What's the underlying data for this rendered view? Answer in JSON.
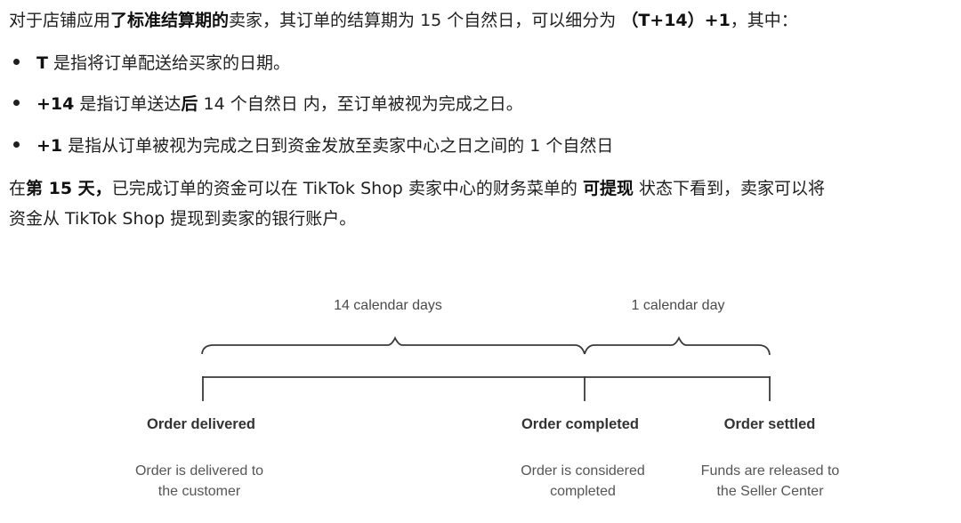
{
  "intro": {
    "prefix": "对于店铺应用",
    "bold": "了标准结算期的",
    "middle": "卖家，其订单的结算期为 15 个自然日，可以细分为 ",
    "formula": "（T+14）+1",
    "suffix": "，其中："
  },
  "bullets": [
    {
      "bold": "T",
      "text": " 是指将订单配送给买家的日期。"
    },
    {
      "bold": "+14",
      "text": "  是指订单送达",
      "bold2": "后",
      "text2": " 14 个自然日  内，至订单被视为完成之日。"
    },
    {
      "bold": "+1",
      "text": " 是指从订单被视为完成之日到资金发放至卖家中心之日之间的 1 个自然日"
    }
  ],
  "summary": {
    "prefix": "在",
    "bold": "第 15 天，",
    "middle": "已完成订单的资金可以在  TikTok Shop 卖家中心的财务菜单的 ",
    "bold2": "可提现",
    "suffix": " 状态下看到，卖家可以将",
    "line2": "资金从 TikTok Shop 提现到卖家的银行账户。"
  },
  "diagram": {
    "spans": [
      {
        "label": "14 calendar days"
      },
      {
        "label": "1 calendar day"
      }
    ],
    "milestones": [
      {
        "title": "Order delivered",
        "desc_line1": "Order is delivered to",
        "desc_line2": "the customer"
      },
      {
        "title": "Order completed",
        "desc_line1": "Order is considered",
        "desc_line2": "completed"
      },
      {
        "title": "Order settled",
        "desc_line1": "Funds are released to",
        "desc_line2": "the Seller Center"
      }
    ],
    "line_color": "#3a3a3a"
  }
}
